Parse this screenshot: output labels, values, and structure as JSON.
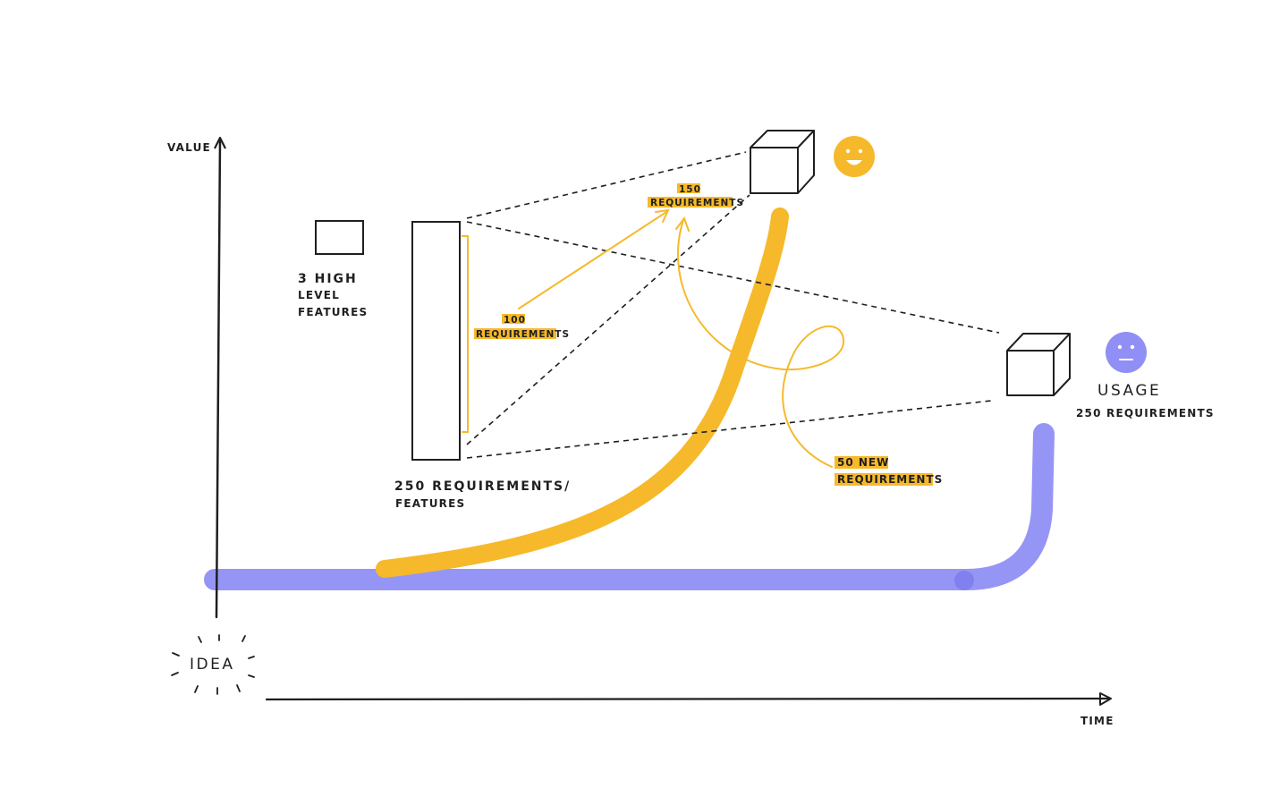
{
  "axes": {
    "y_label": "VALUE",
    "x_label": "TIME",
    "origin_label": "IDEA"
  },
  "left_block": {
    "line1": "3 HIGH",
    "line2": "LEVEL",
    "line3": "FEATURES"
  },
  "tall_block": {
    "line1": "250 REQUIREMENTS/",
    "line2": "FEATURES"
  },
  "tags": {
    "t100_line1": "100",
    "t100_line2": "REQUIREMENTS",
    "t150_line1": "150",
    "t150_line2": "REQUIREMENTS",
    "t50_line1": "50 NEW",
    "t50_line2": "REQUIREMENTS"
  },
  "usage": {
    "title": "USAGE",
    "subtitle": "250 REQUIREMENTS"
  },
  "colors": {
    "yellow": "#f6b92b",
    "purple": "#8f8ff5",
    "ink": "#1f1f1f"
  }
}
